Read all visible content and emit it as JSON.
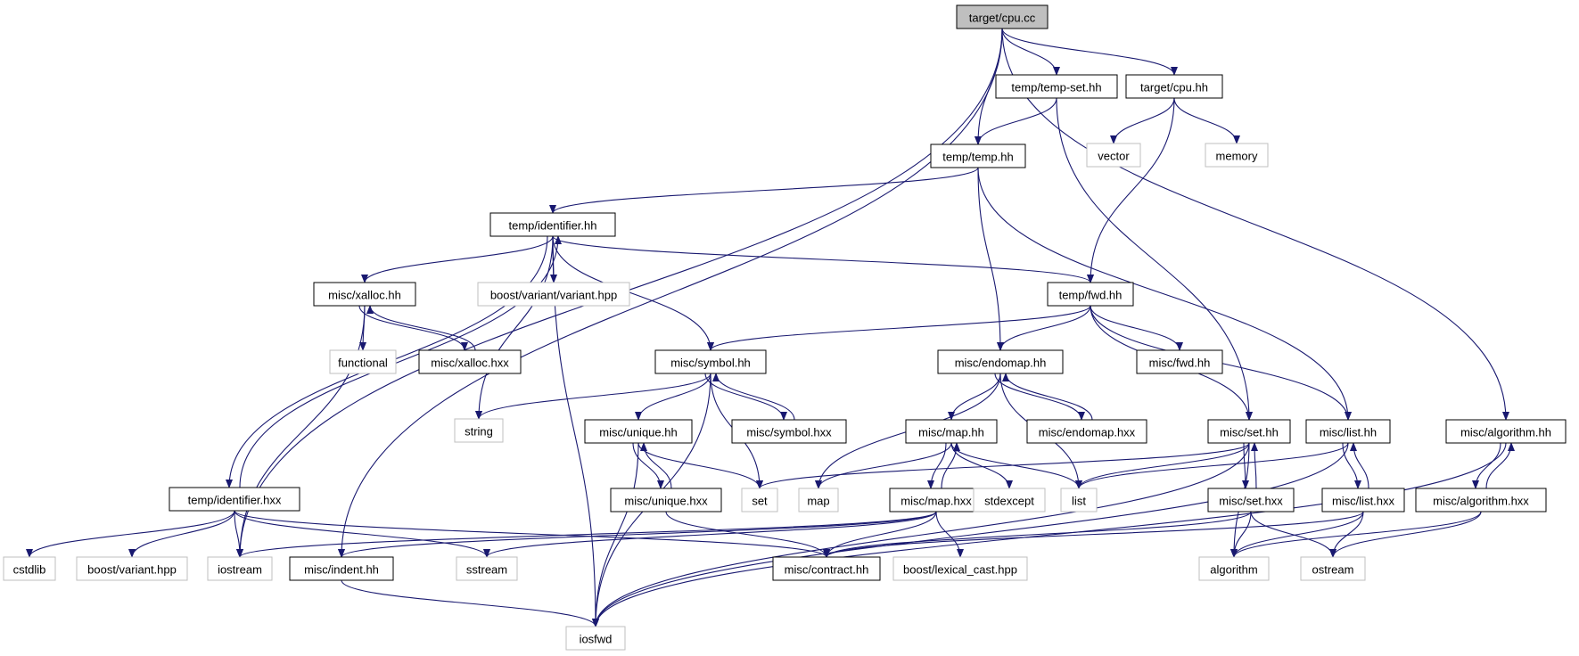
{
  "graph": {
    "edge_color": "#191970",
    "root_fill": "#bfbfbf",
    "system_border": "#bfbfbf",
    "nodes": [
      {
        "id": "cpu_cc",
        "label": "target/cpu.cc",
        "kind": "root"
      },
      {
        "id": "temp_set_hh",
        "label": "temp/temp-set.hh",
        "kind": "local"
      },
      {
        "id": "cpu_hh",
        "label": "target/cpu.hh",
        "kind": "local"
      },
      {
        "id": "temp_hh",
        "label": "temp/temp.hh",
        "kind": "local"
      },
      {
        "id": "vector",
        "label": "vector",
        "kind": "system"
      },
      {
        "id": "memory",
        "label": "memory",
        "kind": "system"
      },
      {
        "id": "identifier_hh",
        "label": "temp/identifier.hh",
        "kind": "local"
      },
      {
        "id": "xalloc_hh",
        "label": "misc/xalloc.hh",
        "kind": "local"
      },
      {
        "id": "boost_variant_variant",
        "label": "boost/variant/variant.hpp",
        "kind": "system"
      },
      {
        "id": "temp_fwd_hh",
        "label": "temp/fwd.hh",
        "kind": "local"
      },
      {
        "id": "functional",
        "label": "functional",
        "kind": "system"
      },
      {
        "id": "xalloc_hxx",
        "label": "misc/xalloc.hxx",
        "kind": "local"
      },
      {
        "id": "symbol_hh",
        "label": "misc/symbol.hh",
        "kind": "local"
      },
      {
        "id": "endomap_hh",
        "label": "misc/endomap.hh",
        "kind": "local"
      },
      {
        "id": "misc_fwd_hh",
        "label": "misc/fwd.hh",
        "kind": "local"
      },
      {
        "id": "string",
        "label": "string",
        "kind": "system"
      },
      {
        "id": "unique_hh",
        "label": "misc/unique.hh",
        "kind": "local"
      },
      {
        "id": "symbol_hxx",
        "label": "misc/symbol.hxx",
        "kind": "local"
      },
      {
        "id": "map_hh",
        "label": "misc/map.hh",
        "kind": "local"
      },
      {
        "id": "endomap_hxx",
        "label": "misc/endomap.hxx",
        "kind": "local"
      },
      {
        "id": "set_hh",
        "label": "misc/set.hh",
        "kind": "local"
      },
      {
        "id": "list_hh",
        "label": "misc/list.hh",
        "kind": "local"
      },
      {
        "id": "algorithm_hh",
        "label": "misc/algorithm.hh",
        "kind": "local"
      },
      {
        "id": "identifier_hxx",
        "label": "temp/identifier.hxx",
        "kind": "local"
      },
      {
        "id": "unique_hxx",
        "label": "misc/unique.hxx",
        "kind": "local"
      },
      {
        "id": "set",
        "label": "set",
        "kind": "system"
      },
      {
        "id": "map",
        "label": "map",
        "kind": "system"
      },
      {
        "id": "map_hxx",
        "label": "misc/map.hxx",
        "kind": "local"
      },
      {
        "id": "stdexcept",
        "label": "stdexcept",
        "kind": "system"
      },
      {
        "id": "list",
        "label": "list",
        "kind": "system"
      },
      {
        "id": "set_hxx",
        "label": "misc/set.hxx",
        "kind": "local"
      },
      {
        "id": "list_hxx",
        "label": "misc/list.hxx",
        "kind": "local"
      },
      {
        "id": "algorithm_hxx",
        "label": "misc/algorithm.hxx",
        "kind": "local"
      },
      {
        "id": "cstdlib",
        "label": "cstdlib",
        "kind": "system"
      },
      {
        "id": "boost_variant",
        "label": "boost/variant.hpp",
        "kind": "system"
      },
      {
        "id": "iostream",
        "label": "iostream",
        "kind": "system"
      },
      {
        "id": "indent_hh",
        "label": "misc/indent.hh",
        "kind": "local"
      },
      {
        "id": "sstream",
        "label": "sstream",
        "kind": "system"
      },
      {
        "id": "contract_hh",
        "label": "misc/contract.hh",
        "kind": "local"
      },
      {
        "id": "lexical_cast",
        "label": "boost/lexical_cast.hpp",
        "kind": "system"
      },
      {
        "id": "algorithm",
        "label": "algorithm",
        "kind": "system"
      },
      {
        "id": "ostream",
        "label": "ostream",
        "kind": "system"
      },
      {
        "id": "iosfwd",
        "label": "iosfwd",
        "kind": "system"
      }
    ],
    "edges": [
      [
        "cpu_cc",
        "temp_set_hh"
      ],
      [
        "cpu_cc",
        "cpu_hh"
      ],
      [
        "cpu_cc",
        "temp_hh"
      ],
      [
        "cpu_cc",
        "algorithm_hh"
      ],
      [
        "cpu_cc",
        "iostream"
      ],
      [
        "cpu_cc",
        "indent_hh"
      ],
      [
        "temp_set_hh",
        "temp_hh"
      ],
      [
        "temp_set_hh",
        "set_hh"
      ],
      [
        "cpu_hh",
        "vector"
      ],
      [
        "cpu_hh",
        "memory"
      ],
      [
        "cpu_hh",
        "temp_fwd_hh"
      ],
      [
        "temp_hh",
        "identifier_hh"
      ],
      [
        "temp_hh",
        "endomap_hh"
      ],
      [
        "temp_hh",
        "list_hh"
      ],
      [
        "identifier_hh",
        "xalloc_hh"
      ],
      [
        "identifier_hh",
        "boost_variant_variant"
      ],
      [
        "identifier_hh",
        "temp_fwd_hh"
      ],
      [
        "identifier_hh",
        "symbol_hh"
      ],
      [
        "identifier_hh",
        "string"
      ],
      [
        "identifier_hh",
        "iosfwd"
      ],
      [
        "identifier_hh",
        "identifier_hxx"
      ],
      [
        "xalloc_hh",
        "functional"
      ],
      [
        "xalloc_hh",
        "xalloc_hxx"
      ],
      [
        "xalloc_hxx",
        "xalloc_hh"
      ],
      [
        "xalloc_hh",
        "iostream"
      ],
      [
        "temp_fwd_hh",
        "symbol_hh"
      ],
      [
        "temp_fwd_hh",
        "endomap_hh"
      ],
      [
        "temp_fwd_hh",
        "misc_fwd_hh"
      ],
      [
        "temp_fwd_hh",
        "set_hh"
      ],
      [
        "temp_fwd_hh",
        "list_hh"
      ],
      [
        "symbol_hh",
        "string"
      ],
      [
        "symbol_hh",
        "unique_hh"
      ],
      [
        "symbol_hh",
        "symbol_hxx"
      ],
      [
        "symbol_hxx",
        "symbol_hh"
      ],
      [
        "symbol_hh",
        "set"
      ],
      [
        "symbol_hh",
        "iosfwd"
      ],
      [
        "endomap_hh",
        "map_hh"
      ],
      [
        "endomap_hh",
        "endomap_hxx"
      ],
      [
        "endomap_hxx",
        "endomap_hh"
      ],
      [
        "endomap_hh",
        "map"
      ],
      [
        "endomap_hh",
        "list"
      ],
      [
        "unique_hh",
        "unique_hxx"
      ],
      [
        "unique_hxx",
        "unique_hh"
      ],
      [
        "unique_hh",
        "set"
      ],
      [
        "unique_hh",
        "iosfwd"
      ],
      [
        "unique_hxx",
        "contract_hh"
      ],
      [
        "map_hh",
        "map_hxx"
      ],
      [
        "map_hxx",
        "map_hh"
      ],
      [
        "map_hh",
        "map"
      ],
      [
        "map_hh",
        "stdexcept"
      ],
      [
        "map_hh",
        "list"
      ],
      [
        "map_hxx",
        "contract_hh"
      ],
      [
        "map_hxx",
        "lexical_cast"
      ],
      [
        "map_hxx",
        "iostream"
      ],
      [
        "map_hxx",
        "indent_hh"
      ],
      [
        "map_hxx",
        "sstream"
      ],
      [
        "set_hh",
        "set"
      ],
      [
        "set_hh",
        "list"
      ],
      [
        "set_hh",
        "set_hxx"
      ],
      [
        "set_hxx",
        "set_hh"
      ],
      [
        "set_hh",
        "algorithm"
      ],
      [
        "set_hh",
        "iosfwd"
      ],
      [
        "set_hxx",
        "algorithm"
      ],
      [
        "set_hxx",
        "ostream"
      ],
      [
        "set_hxx",
        "contract_hh"
      ],
      [
        "list_hh",
        "list"
      ],
      [
        "list_hh",
        "list_hxx"
      ],
      [
        "list_hxx",
        "list_hh"
      ],
      [
        "list_hh",
        "iosfwd"
      ],
      [
        "list_hxx",
        "algorithm"
      ],
      [
        "list_hxx",
        "ostream"
      ],
      [
        "list_hxx",
        "contract_hh"
      ],
      [
        "algorithm_hh",
        "algorithm_hxx"
      ],
      [
        "algorithm_hxx",
        "algorithm_hh"
      ],
      [
        "algorithm_hh",
        "iosfwd"
      ],
      [
        "algorithm_hxx",
        "algorithm"
      ],
      [
        "algorithm_hxx",
        "ostream"
      ],
      [
        "identifier_hxx",
        "identifier_hh"
      ],
      [
        "identifier_hxx",
        "cstdlib"
      ],
      [
        "identifier_hxx",
        "boost_variant"
      ],
      [
        "identifier_hxx",
        "iostream"
      ],
      [
        "identifier_hxx",
        "sstream"
      ],
      [
        "identifier_hxx",
        "contract_hh"
      ],
      [
        "indent_hh",
        "iosfwd"
      ]
    ]
  }
}
